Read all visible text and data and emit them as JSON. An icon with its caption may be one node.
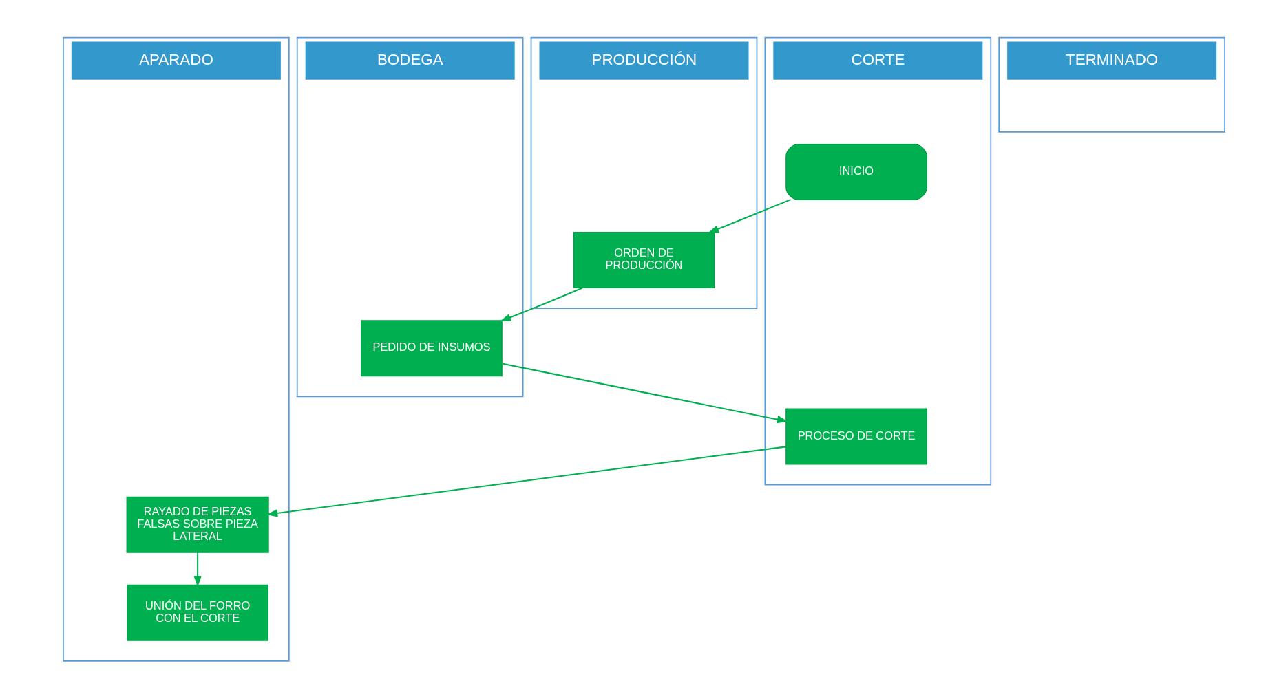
{
  "diagram": {
    "nodes": [
      {
        "text": [
          "BODEGA"
        ]
      },
      {
        "text": [
          "PRODUCCIÓN"
        ]
      },
      {
        "text": [
          "CORTE"
        ]
      },
      {
        "text": [
          "APARADO"
        ]
      },
      {
        "text": [
          "TERMINADO"
        ]
      },
      {
        "text": [
          "INICIO"
        ],
        "in": 2
      },
      {
        "text": [
          "ORDEN DE PRODUCCIÓN"
        ],
        "in": 1
      },
      {
        "text": [
          "PEDIDO DE INSUMOS"
        ],
        "in": 0
      },
      {
        "text": [
          "PROCESO DE CORTE"
        ],
        "in": 2
      },
      {
        "text": [
          "RAYADO DE PIEZAS FALSAS SOBRE PIEZA LATERAL"
        ],
        "in": 3
      },
      {
        "text": [
          "UNIÓN DEL FORRO CON EL CORTE"
        ],
        "in": 3
      }
    ],
    "edges": [
      {
        "from": 5,
        "to": 6,
        "arrow": "to"
      },
      {
        "from": 6,
        "to": 7,
        "arrow": "to"
      },
      {
        "from": 7,
        "to": 8,
        "arrow": "to"
      },
      {
        "from": 8,
        "to": 9,
        "arrow": "to"
      },
      {
        "from": 9,
        "to": 10,
        "arrow": "to"
      }
    ]
  }
}
